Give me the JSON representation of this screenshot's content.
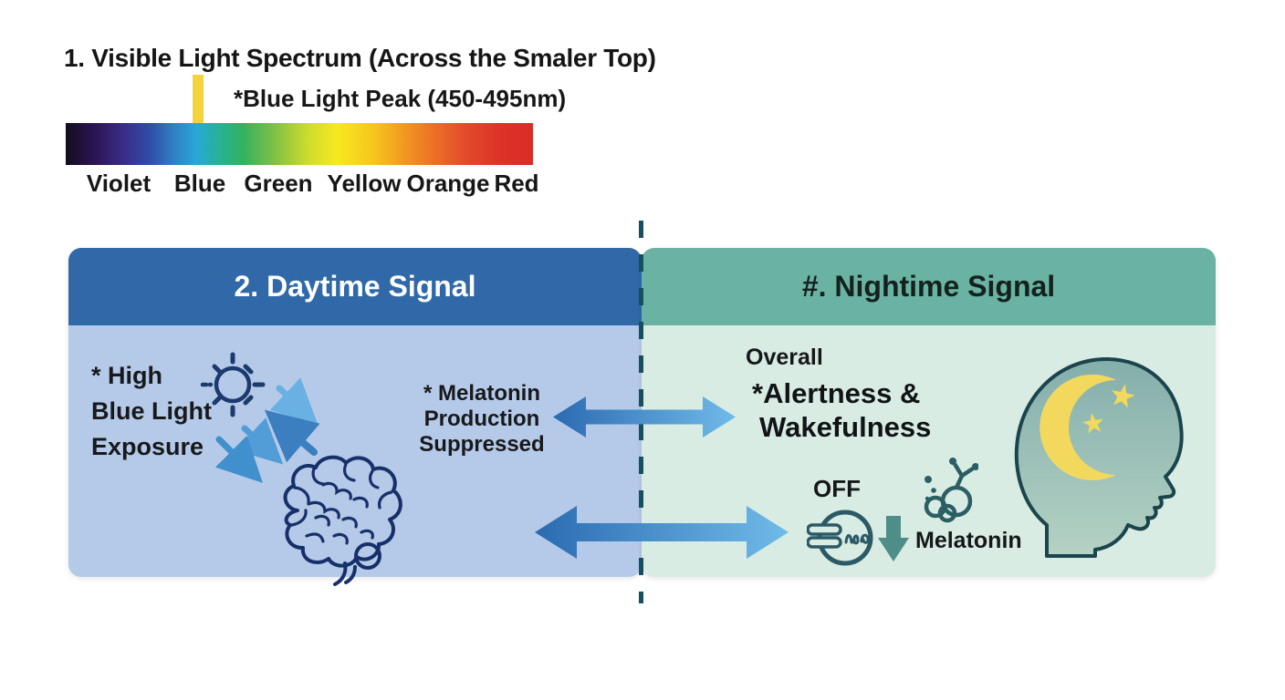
{
  "spectrum": {
    "title": "1. Visible Light Spectrum (Across the Smaler Top)",
    "peak_label": "*Blue Light Peak (450-495nm)",
    "labels": [
      "Violet",
      "Blue",
      "Green",
      "Yellow",
      "Orange",
      "Red"
    ]
  },
  "daytime": {
    "header": "2. Daytime Signal",
    "exposure": [
      "* High",
      "Blue Light",
      "Exposure"
    ],
    "melatonin": [
      "* Melatonin",
      "Production",
      "Suppressed"
    ]
  },
  "nighttime": {
    "header": "#. Nightime Signal",
    "overall": "Overall",
    "alertness": "*Alertness &",
    "wakefulness": "Wakefulness",
    "off": "OFF",
    "melatonin": "Melatonin"
  },
  "icons": [
    "blue-peak-down-arrow-icon",
    "sun-icon",
    "light-ray-arrows-icon",
    "brain-icon",
    "exchange-arrow-icon",
    "switch-off-icon",
    "down-arrow-icon",
    "molecule-icon",
    "head-moon-stars-icon"
  ],
  "colors": {
    "daytime_header": "#3068a8",
    "daytime_body": "#b5cae8",
    "nighttime_header": "#6ab3a3",
    "nighttime_body": "#d9ece3",
    "divider": "#174f5e",
    "exchange_arrow_start": "#2b6ab1",
    "exchange_arrow_end": "#6fbbe9",
    "peak_arrow_yellow": "#f3d33c",
    "moon_yellow": "#f2d95e",
    "outline_navy": "#17306a",
    "outline_teal": "#2b5a66"
  }
}
